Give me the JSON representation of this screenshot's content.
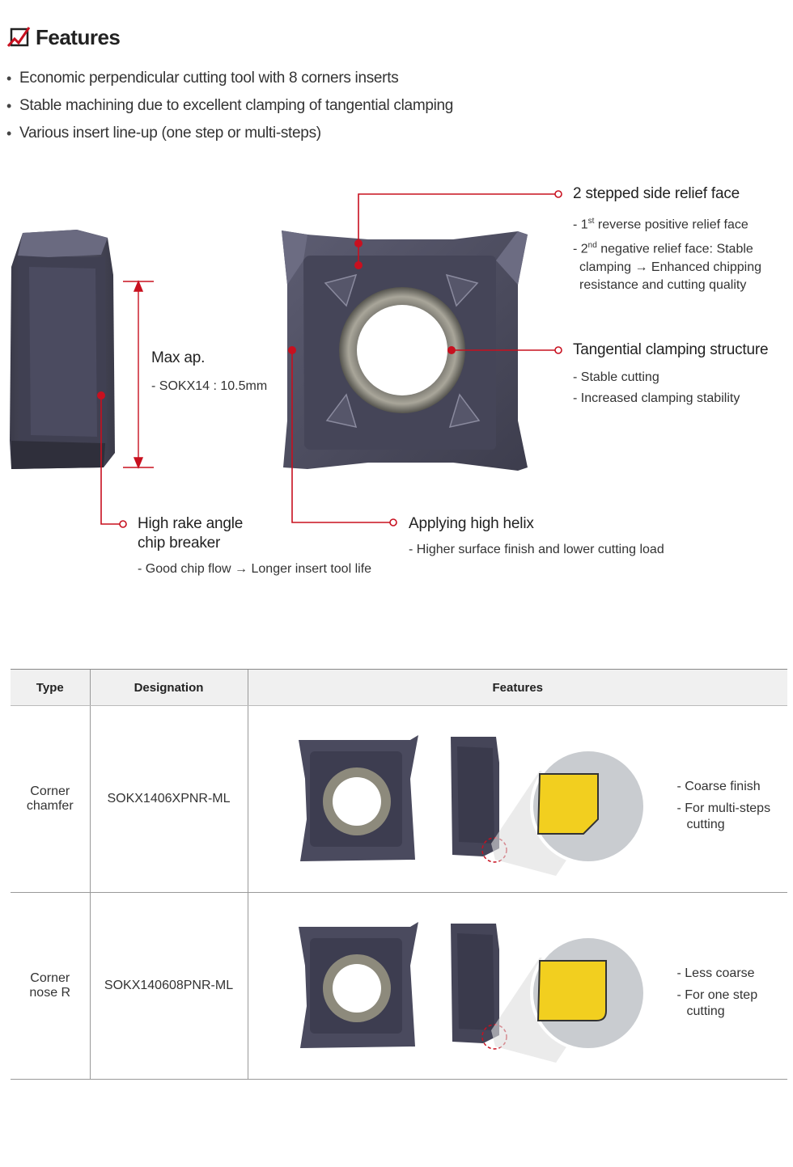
{
  "header": {
    "icon": "checkbox-check-icon",
    "title": "Features"
  },
  "bullets": [
    "Economic perpendicular cutting tool with 8 corners inserts",
    "Stable machining due to excellent clamping of tangential clamping",
    "Various insert line-up (one step or multi-steps)"
  ],
  "annotations": {
    "max_ap": {
      "title": "Max ap.",
      "sub": "- SOKX14 : 10.5mm"
    },
    "relief": {
      "title": "2 stepped side relief face",
      "sub1_pre": "- 1",
      "sub1_sup": "st",
      "sub1_post": " reverse positive relief face",
      "sub2_pre": "- 2",
      "sub2_sup": "nd",
      "sub2_post": " negative relief face: Stable",
      "sub3": "clamping → Enhanced chipping",
      "sub4": "resistance and cutting quality"
    },
    "clamping": {
      "title": "Tangential clamping structure",
      "sub1": "- Stable cutting",
      "sub2": "- Increased clamping stability"
    },
    "rake": {
      "title1": "High rake angle",
      "title2": "chip breaker",
      "sub": "- Good chip flow → Longer insert tool life"
    },
    "helix": {
      "title": "Applying high helix",
      "sub": "- Higher surface finish and lower cutting load"
    }
  },
  "table": {
    "headers": [
      "Type",
      "Designation",
      "Features"
    ],
    "rows": [
      {
        "type1": "Corner",
        "type2": "chamfer",
        "designation": "SOKX1406XPNR-ML",
        "features": [
          "- Coarse finish",
          "- For multi-steps",
          "cutting"
        ]
      },
      {
        "type1": "Corner",
        "type2": "nose R",
        "designation": "SOKX140608PNR-ML",
        "features": [
          "- Less coarse",
          "- For one step",
          "cutting"
        ]
      }
    ]
  },
  "colors": {
    "accent": "#c8101f",
    "insert": "#4a4a5c",
    "detail_fill": "#f2cf1f"
  }
}
